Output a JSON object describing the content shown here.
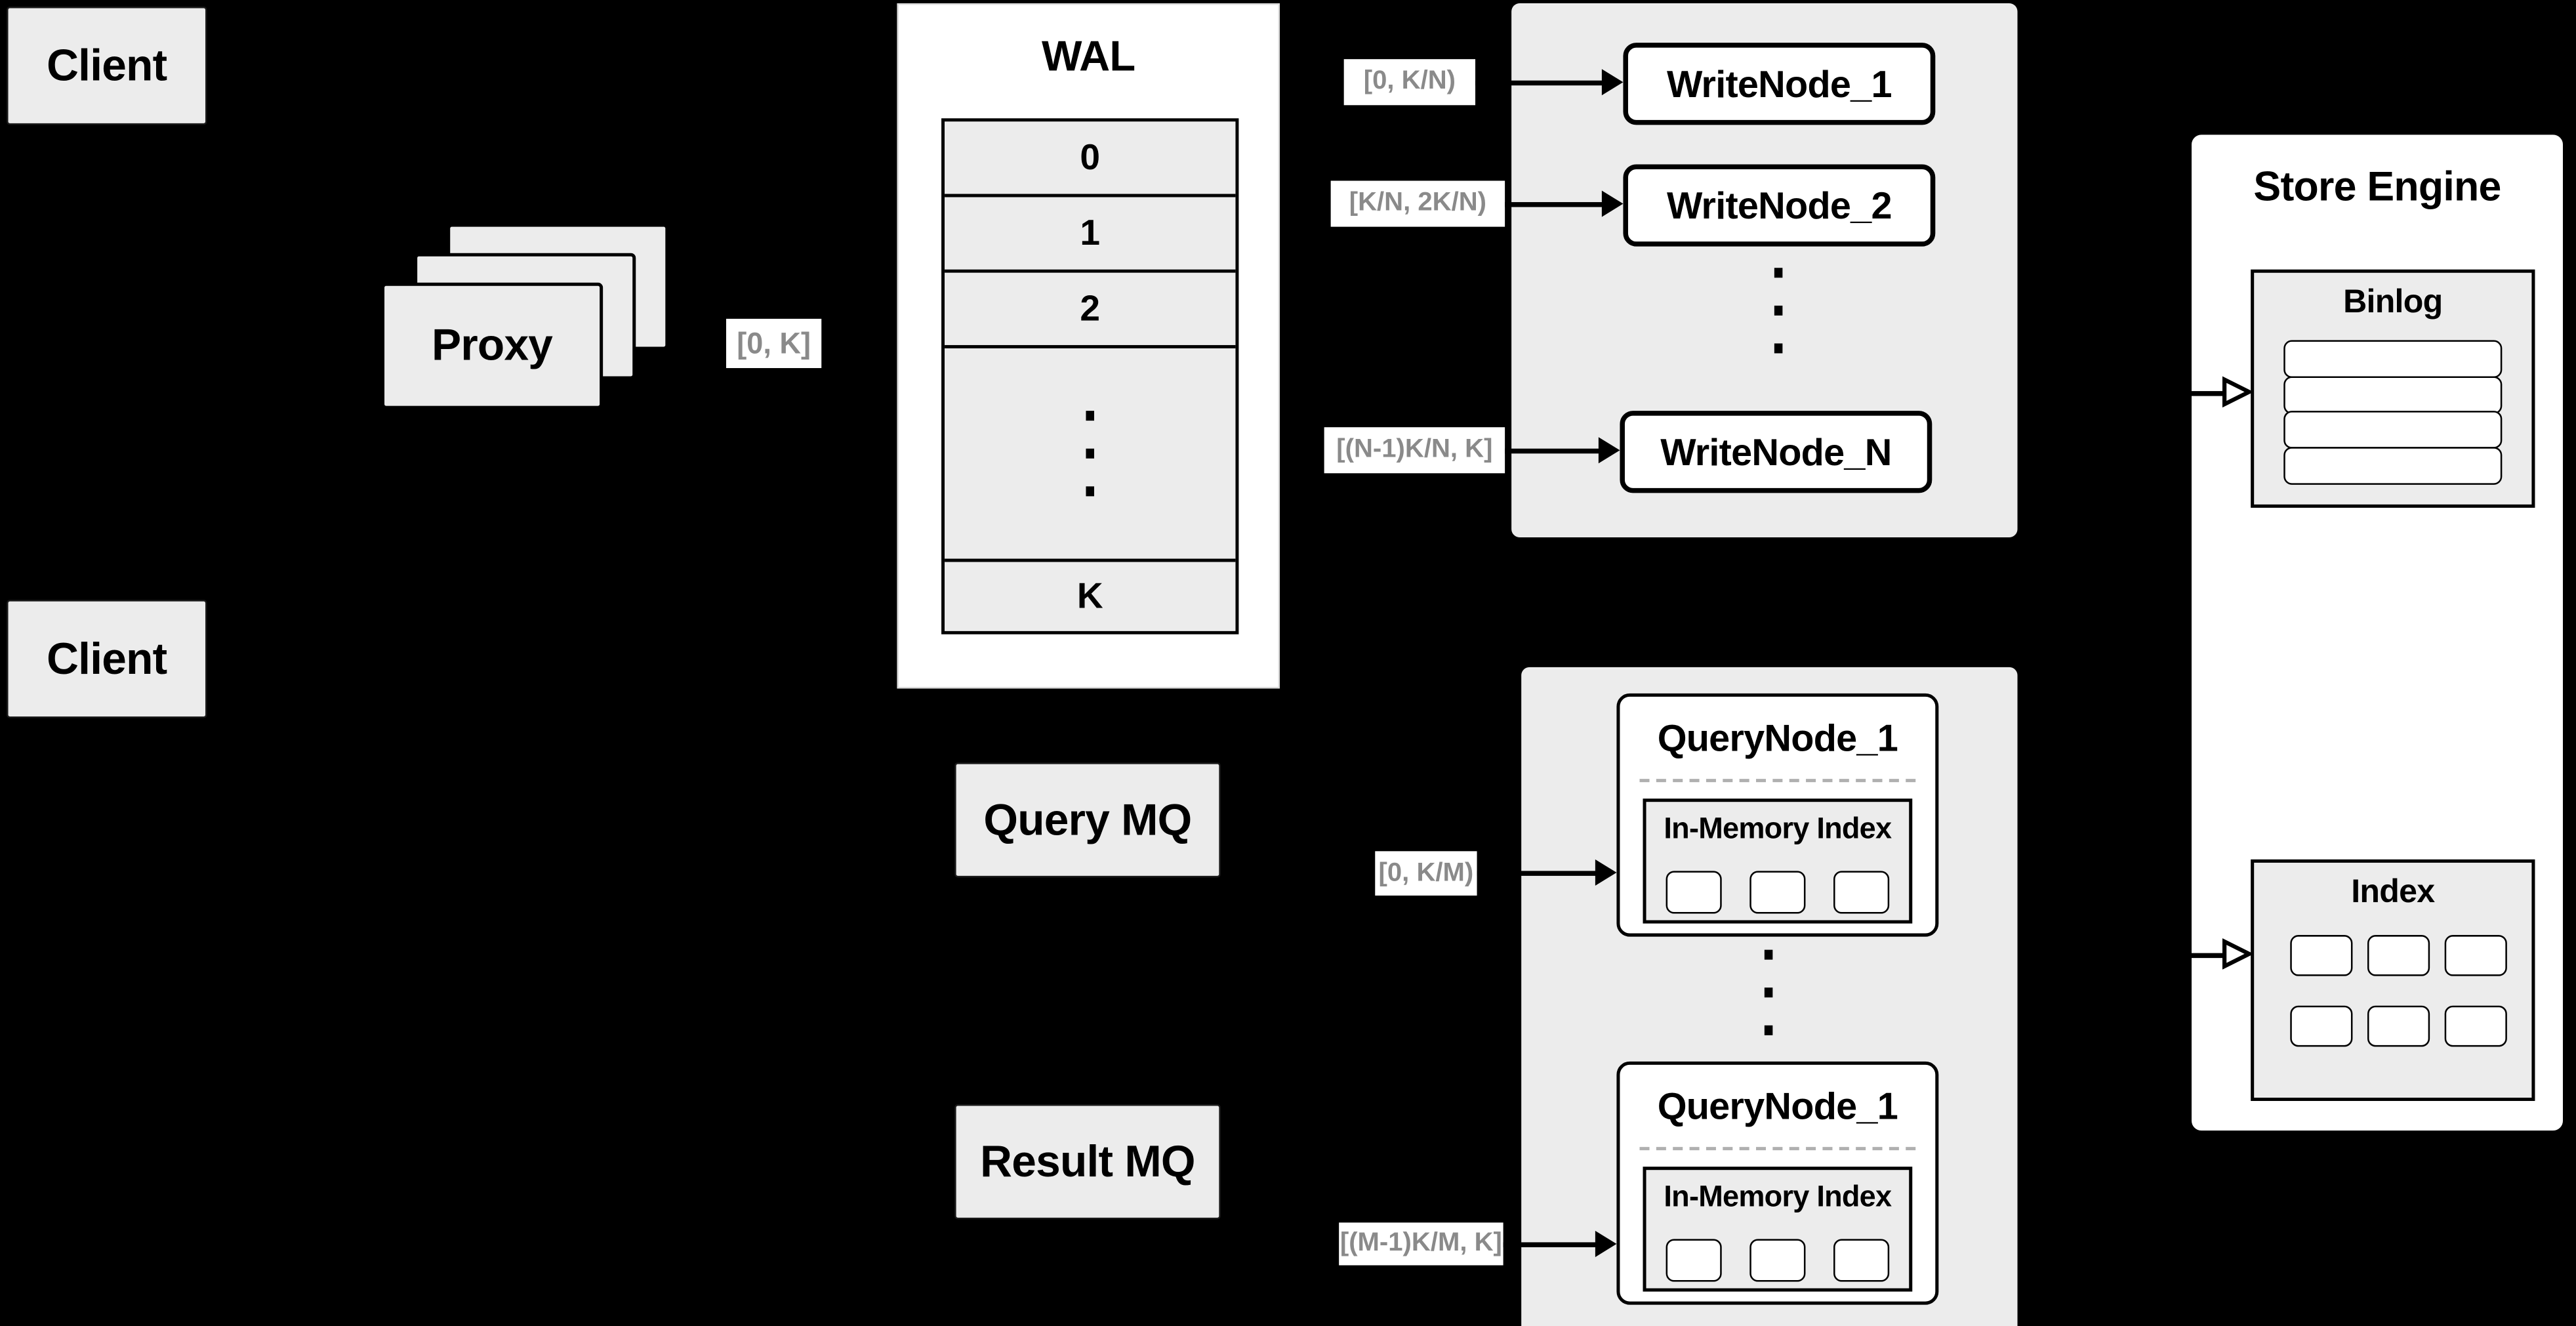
{
  "colors": {
    "background": "#000000",
    "box_gray": "#ececec",
    "box_white": "#ffffff",
    "border": "#000000",
    "edge_label_text": "#8a8a8a"
  },
  "clients": {
    "top_label": "Client",
    "bottom_label": "Client"
  },
  "proxy": {
    "label": "Proxy"
  },
  "wal": {
    "title": "WAL",
    "rows": [
      "0",
      "1",
      "2"
    ],
    "last_row": "K"
  },
  "edge_labels": {
    "proxy_to_wal": "[0, K]",
    "to_write_node_1": "[0, K/N)",
    "to_write_node_2": "[K/N, 2K/N)",
    "to_write_node_n": "[(N-1)K/N, K]",
    "to_query_node_1": "[0, K/M)",
    "to_query_node_m": "[(M-1)K/M, K]"
  },
  "write_nodes": {
    "node_1": "WriteNode_1",
    "node_2": "WriteNode_2",
    "node_n": "WriteNode_N"
  },
  "query_nodes": {
    "top": {
      "title": "QueryNode_1",
      "panel_title": "In-Memory Index"
    },
    "bottom": {
      "title": "QueryNode_1",
      "panel_title": "In-Memory Index"
    }
  },
  "queues": {
    "query_mq": "Query MQ",
    "result_mq": "Result MQ"
  },
  "store_engine": {
    "title": "Store Engine",
    "binlog_title": "Binlog",
    "index_title": "Index"
  }
}
